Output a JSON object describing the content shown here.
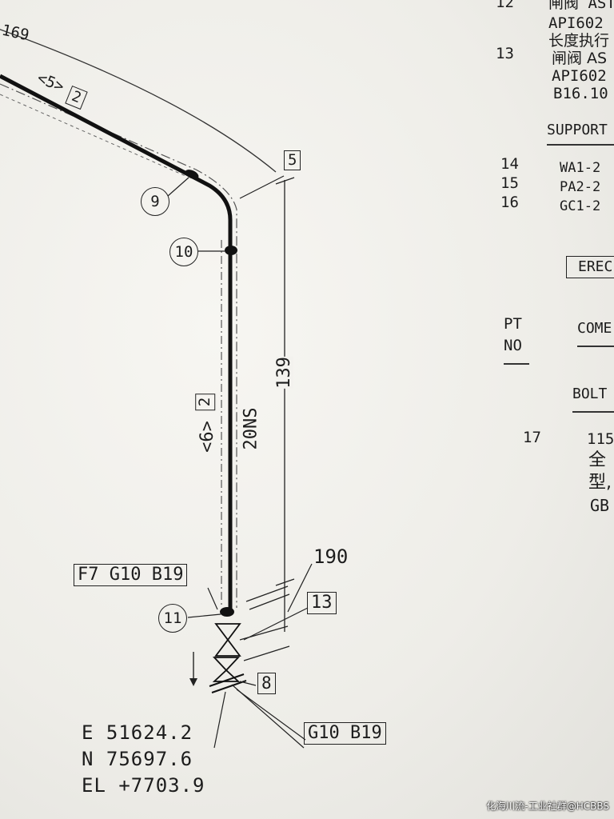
{
  "drawing": {
    "dim_top": "169",
    "seg_top_label": "<5>",
    "seg_top_box": "2",
    "callout_5": "5",
    "bubble_9": "9",
    "bubble_10": "10",
    "dim_vertical": "139",
    "seg_vert_label": "<6>",
    "seg_vert_box": "2",
    "size_label": "20NS",
    "dim_190": "190",
    "box_flange": "F7 G10 B19",
    "bubble_11": "11",
    "callout_13": "13",
    "callout_8": "8",
    "box_gasket": "G10 B19",
    "coord_e": "E 51624.2",
    "coord_n": "N 75697.6",
    "coord_el": "EL +7703.9"
  },
  "table": {
    "row12_no": "12",
    "row12_lines": [
      "闸阀 AST",
      "API602"
    ],
    "row12_extra": "长度执行",
    "row13_no": "13",
    "row13_lines": [
      "闸阀 AS",
      "API602",
      "B16.10"
    ],
    "support_header": "SUPPORT",
    "supports": [
      {
        "no": "14",
        "code": "WA1-2"
      },
      {
        "no": "15",
        "code": "PA2-2"
      },
      {
        "no": "16",
        "code": "GC1-2"
      }
    ],
    "erec_header": "EREC",
    "pt_no_1": "PT",
    "pt_no_2": "NO",
    "comp_header": "COME",
    "bolt_header": "BOLT",
    "row17_no": "17",
    "row17_lines": [
      "115",
      "全",
      "型,",
      "GB"
    ]
  },
  "watermark": "化海川流-工业社群@HCBBS"
}
